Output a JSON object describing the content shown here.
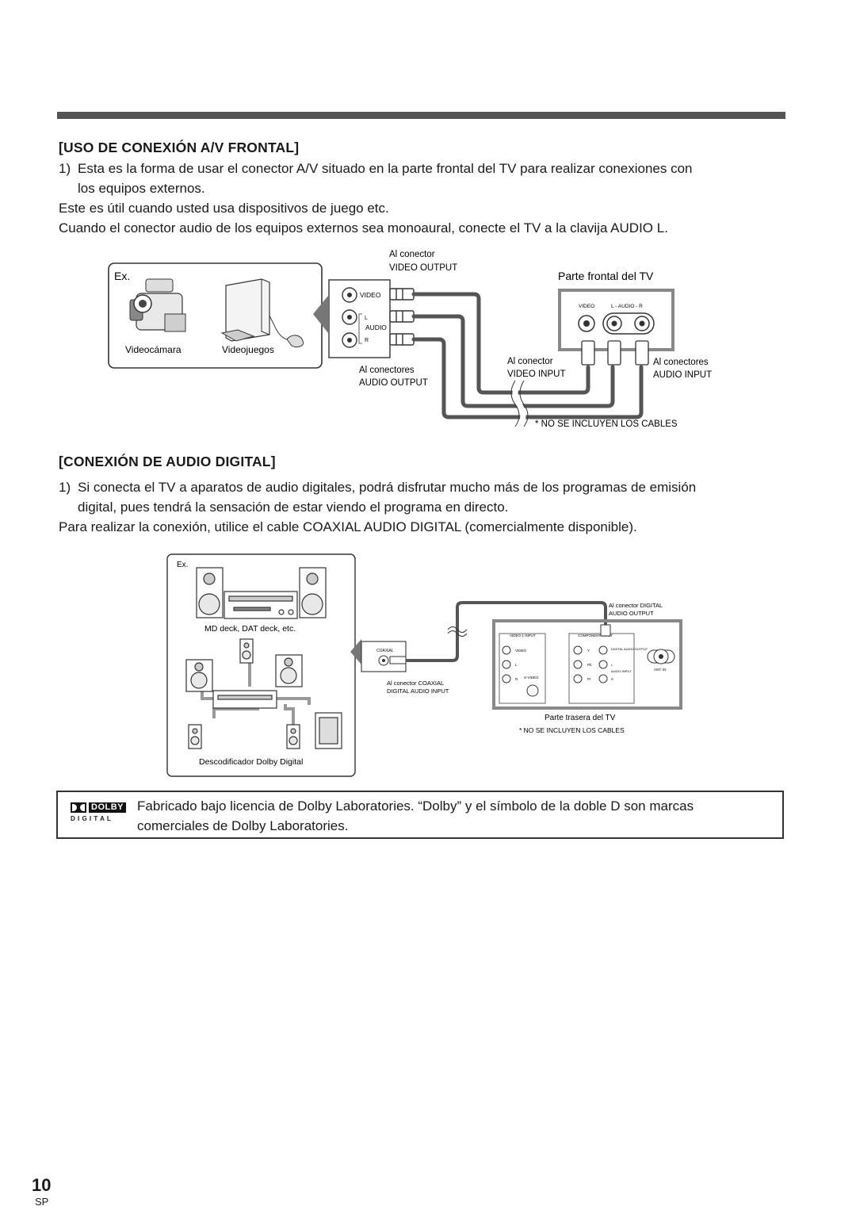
{
  "section1": {
    "title": "[USO DE CONEXIÓN A/V FRONTAL]",
    "item_num": "1)",
    "item_line1": "Esta es la forma de usar el conector A/V situado en la parte frontal del TV para realizar conexiones con",
    "item_line2": "los equipos externos.",
    "para1": "Este es útil cuando usted usa dispositivos de juego etc.",
    "para2": "Cuando el conector audio de los equipos externos sea monoaural, conecte el TV a la clavija AUDIO L."
  },
  "diagram1": {
    "ex": "Ex.",
    "camcorder": "Videocámara",
    "game": "Videojuegos",
    "video_out_1": "Al conector",
    "video_out_2": "VIDEO OUTPUT",
    "jack_video": "VIDEO",
    "jack_l": "L",
    "jack_audio": "AUDIO",
    "jack_r": "R",
    "audio_out_1": "Al conectores",
    "audio_out_2": "AUDIO OUTPUT",
    "tv_front": "Parte frontal del TV",
    "tv_video": "VIDEO",
    "tv_audio": "L - AUDIO - R",
    "video_in_1": "Al conector",
    "video_in_2": "VIDEO INPUT",
    "audio_in_1": "Al conectores",
    "audio_in_2": "AUDIO INPUT",
    "note": "* NO SE INCLUYEN LOS CABLES"
  },
  "section2": {
    "title": "[CONEXIÓN DE AUDIO DIGITAL]",
    "item_num": "1)",
    "item_line1": "Si conecta el TV a aparatos de audio digitales, podrá disfrutar mucho más de los programas de emisión",
    "item_line2": "digital, pues tendrá la sensación de estar viendo el programa en directo.",
    "para1": "Para realizar la conexión, utilice el cable COAXIAL AUDIO DIGITAL (comercialmente disponible)."
  },
  "diagram2": {
    "ex": "Ex.",
    "md_label": "MD deck, DAT deck, etc.",
    "decoder_label": "Descodificador Dolby Digital",
    "coaxial": "COAXIAL",
    "coax_in_1": "Al conector COAXIAL",
    "coax_in_2": "DIGITAL AUDIO INPUT",
    "digital_out_1": "Al conector DIGITAL",
    "digital_out_2": "AUDIO OUTPUT",
    "video1_input": "VIDEO-1 INPUT",
    "component_input": "COMPONENT INPUT",
    "j_video": "VIDEO",
    "j_l": "L",
    "j_r": "R",
    "j_svideo": "S-VIDEO",
    "j_y": "Y",
    "j_pb": "Pb",
    "j_pr": "Pr",
    "j_digital": "DIGITAL AUDIO OUTPUT",
    "j_audio_input": "AUDIO INPUT",
    "ant_in": "ANT. IN",
    "tv_rear": "Parte trasera del TV",
    "note": "* NO SE INCLUYEN LOS CABLES"
  },
  "dolby": {
    "logo_word": "DOLBY",
    "logo_sub": "D I G I T A L",
    "line1": "Fabricado bajo licencia de Dolby Laboratories. “Dolby” y el símbolo de la doble D son marcas",
    "line2": "comerciales de Dolby Laboratories."
  },
  "footer": {
    "page": "10",
    "lang": "SP"
  }
}
